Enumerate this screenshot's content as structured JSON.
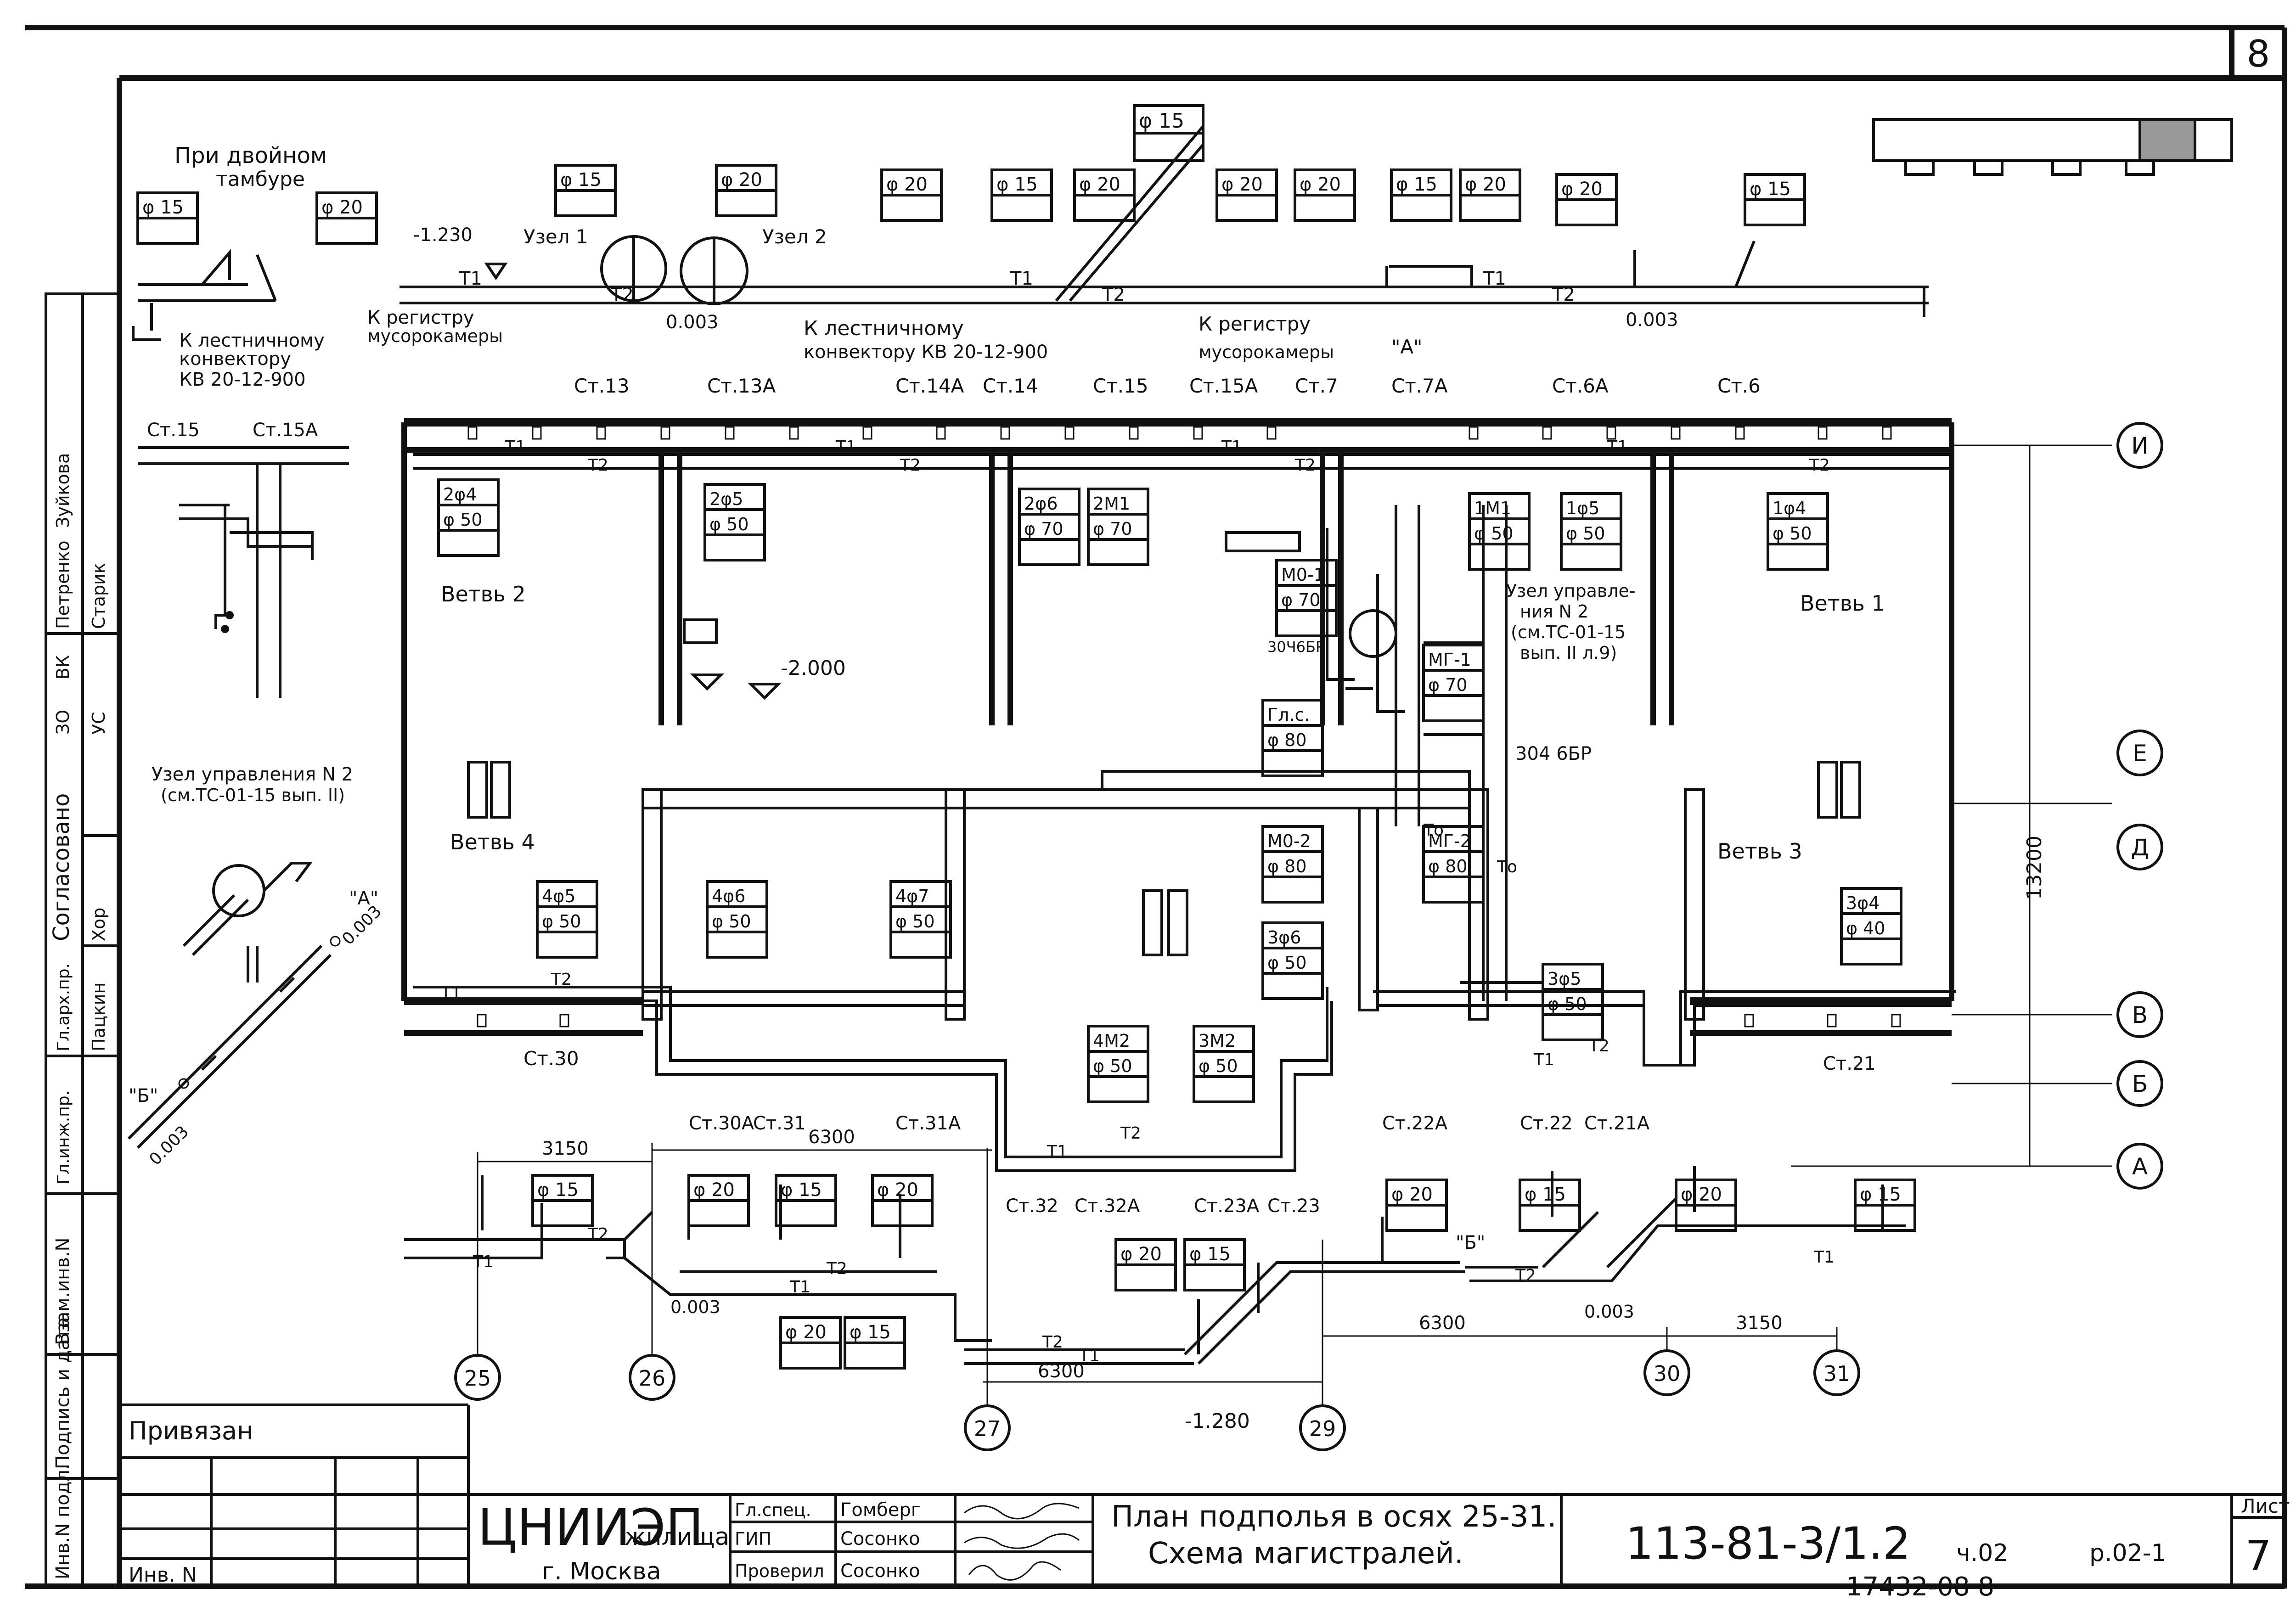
{
  "sheet": {
    "page_number": "8",
    "sheet_label": "Лист",
    "sheet_number": "7",
    "doc_code": "113-81-3/1.2",
    "part": "ч.02",
    "section": "р.02-1",
    "bottom_number": "17432-08 8"
  },
  "titles": {
    "plan_line1": "План подполья в осях 25-31.",
    "plan_line2": "Схема магистралей.",
    "org_name": "ЦНИИЭП",
    "org_sub": "жилища",
    "org_city": "г. Москва",
    "privyazan": "Привязан",
    "inv_n": "Инв. N"
  },
  "signatures": [
    {
      "role": "Гл.спец.",
      "name": "Гомберг"
    },
    {
      "role": "ГИП",
      "name": "Сосонко"
    },
    {
      "role": "Проверил",
      "name": "Сосонко"
    }
  ],
  "side_stamp": {
    "labels": [
      "Инв.N подл.",
      "Подпись и дата",
      "Взам.инв.N",
      "Гл.инж.пр.",
      "Гл.арх.пр.",
      "Согласовано"
    ],
    "names": [
      "Пацкин",
      "Хор",
      "Старик",
      "Петренко",
      "Зуйкова",
      "УС",
      "ЗО",
      "ВК"
    ]
  },
  "notes": {
    "double_vestibule_1": "При двойном",
    "double_vestibule_2": "тамбуре",
    "to_stair_conv_1": "К лестничному",
    "to_stair_conv_2": "конвектору",
    "to_stair_conv_3": "КВ 20-12-900",
    "to_register_1": "К регистру",
    "to_register_2": "мусорокамеры",
    "to_stair_main_1": "К лестничному",
    "to_stair_main_2": "конвектору КВ 20-12-900",
    "to_register_b_1": "К регистру",
    "to_register_b_2": "мусорокамеры",
    "uzel1": "Узел 1",
    "uzel2": "Узел 2",
    "uzel_upr_1": "Узел управле-",
    "uzel_upr_2": "ния N 2",
    "uzel_upr_3": "(см.ТС-01-15",
    "uzel_upr_4": "вып. II л.9)",
    "uzel_left_1": "Узел управления N 2",
    "uzel_left_2": "(см.ТС-01-15 вып. II)",
    "elev_top": "-1.230",
    "elev_mid": "-2.000",
    "elev_bottom": "-1.280",
    "slope": "0.003",
    "mark_A": "\"А\"",
    "mark_B": "\"Б\"",
    "pipe_304": "304 6БР",
    "pipe_304b": "30Ч6БР"
  },
  "pipes": {
    "t1": "Т1",
    "t2": "Т2",
    "t0": "То"
  },
  "branches": [
    "Ветвь 1",
    "Ветвь 2",
    "Ветвь 3",
    "Ветвь 4"
  ],
  "risers_top": [
    "Ст.13",
    "Ст.13А",
    "Ст.14А",
    "Ст.14",
    "Ст.15",
    "Ст.15А",
    "Ст.7",
    "Ст.7А",
    "Ст.6А",
    "Ст.6"
  ],
  "risers_bottom": [
    "Ст.30",
    "Ст.30А",
    "Ст.31",
    "Ст.31А",
    "Ст.32",
    "Ст.32А",
    "Ст.23А",
    "Ст.23",
    "Ст.22А",
    "Ст.22",
    "Ст.21А",
    "Ст.21"
  ],
  "risers_inset": [
    "Ст.15",
    "Ст.15А"
  ],
  "axes": [
    "И",
    "Е",
    "Д",
    "В",
    "Б",
    "А",
    "25",
    "26",
    "27",
    "29",
    "30",
    "31"
  ],
  "dims": [
    "3150",
    "6300",
    "6300",
    "6300",
    "3150",
    "13200"
  ],
  "spec_tags": [
    {
      "l1": "2φ4",
      "l2": "φ 50"
    },
    {
      "l1": "2φ5",
      "l2": "φ 50"
    },
    {
      "l1": "2φ6",
      "l2": "φ 70"
    },
    {
      "l1": "2М1",
      "l2": "φ 70"
    },
    {
      "l1": "1М1",
      "l2": "φ 50"
    },
    {
      "l1": "1φ5",
      "l2": "φ 50"
    },
    {
      "l1": "1φ4",
      "l2": "φ 50"
    },
    {
      "l1": "М0-1",
      "l2": "φ 70"
    },
    {
      "l1": "МГ-1",
      "l2": "φ 70"
    },
    {
      "l1": "Гл.с.",
      "l2": "φ 80"
    },
    {
      "l1": "М0-2",
      "l2": "φ 80"
    },
    {
      "l1": "МГ-2",
      "l2": "φ 80"
    },
    {
      "l1": "3φ6",
      "l2": "φ 50"
    },
    {
      "l1": "4φ5",
      "l2": "φ 50"
    },
    {
      "l1": "4φ6",
      "l2": "φ 50"
    },
    {
      "l1": "4φ7",
      "l2": "φ 50"
    },
    {
      "l1": "4М2",
      "l2": "φ 50"
    },
    {
      "l1": "3М2",
      "l2": "φ 50"
    },
    {
      "l1": "3φ5",
      "l2": "φ 50"
    },
    {
      "l1": "3φ4",
      "l2": "φ 40"
    }
  ],
  "small_tags": [
    "φ 15",
    "φ 20",
    "φ"
  ]
}
